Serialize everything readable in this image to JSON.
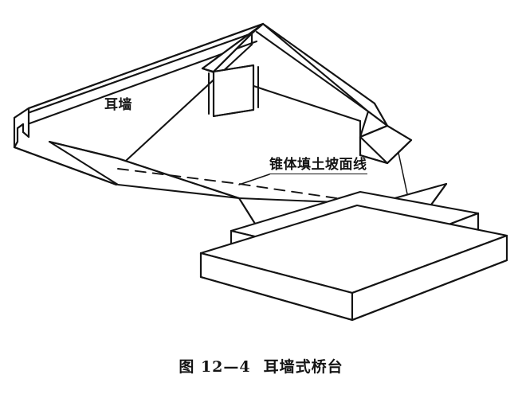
{
  "figure": {
    "caption_number": "图 12—4",
    "caption_title": "耳墙式桥台",
    "background_color": "#ffffff",
    "line_color": "#141414"
  },
  "labels": {
    "wing_wall": "耳墙",
    "cone_fill_slope_line": "锥体填土坡面线"
  },
  "drawing": {
    "type": "isometric-line-drawing",
    "subject": "bridge abutment with ear walls",
    "parts": [
      "left-wing-wall",
      "right-wing-wall",
      "back-wall-apex",
      "bearing-seat-block",
      "abutment-body",
      "foundation-upper-step",
      "foundation-lower-step",
      "cone-fill-slope-dashed-line"
    ]
  }
}
